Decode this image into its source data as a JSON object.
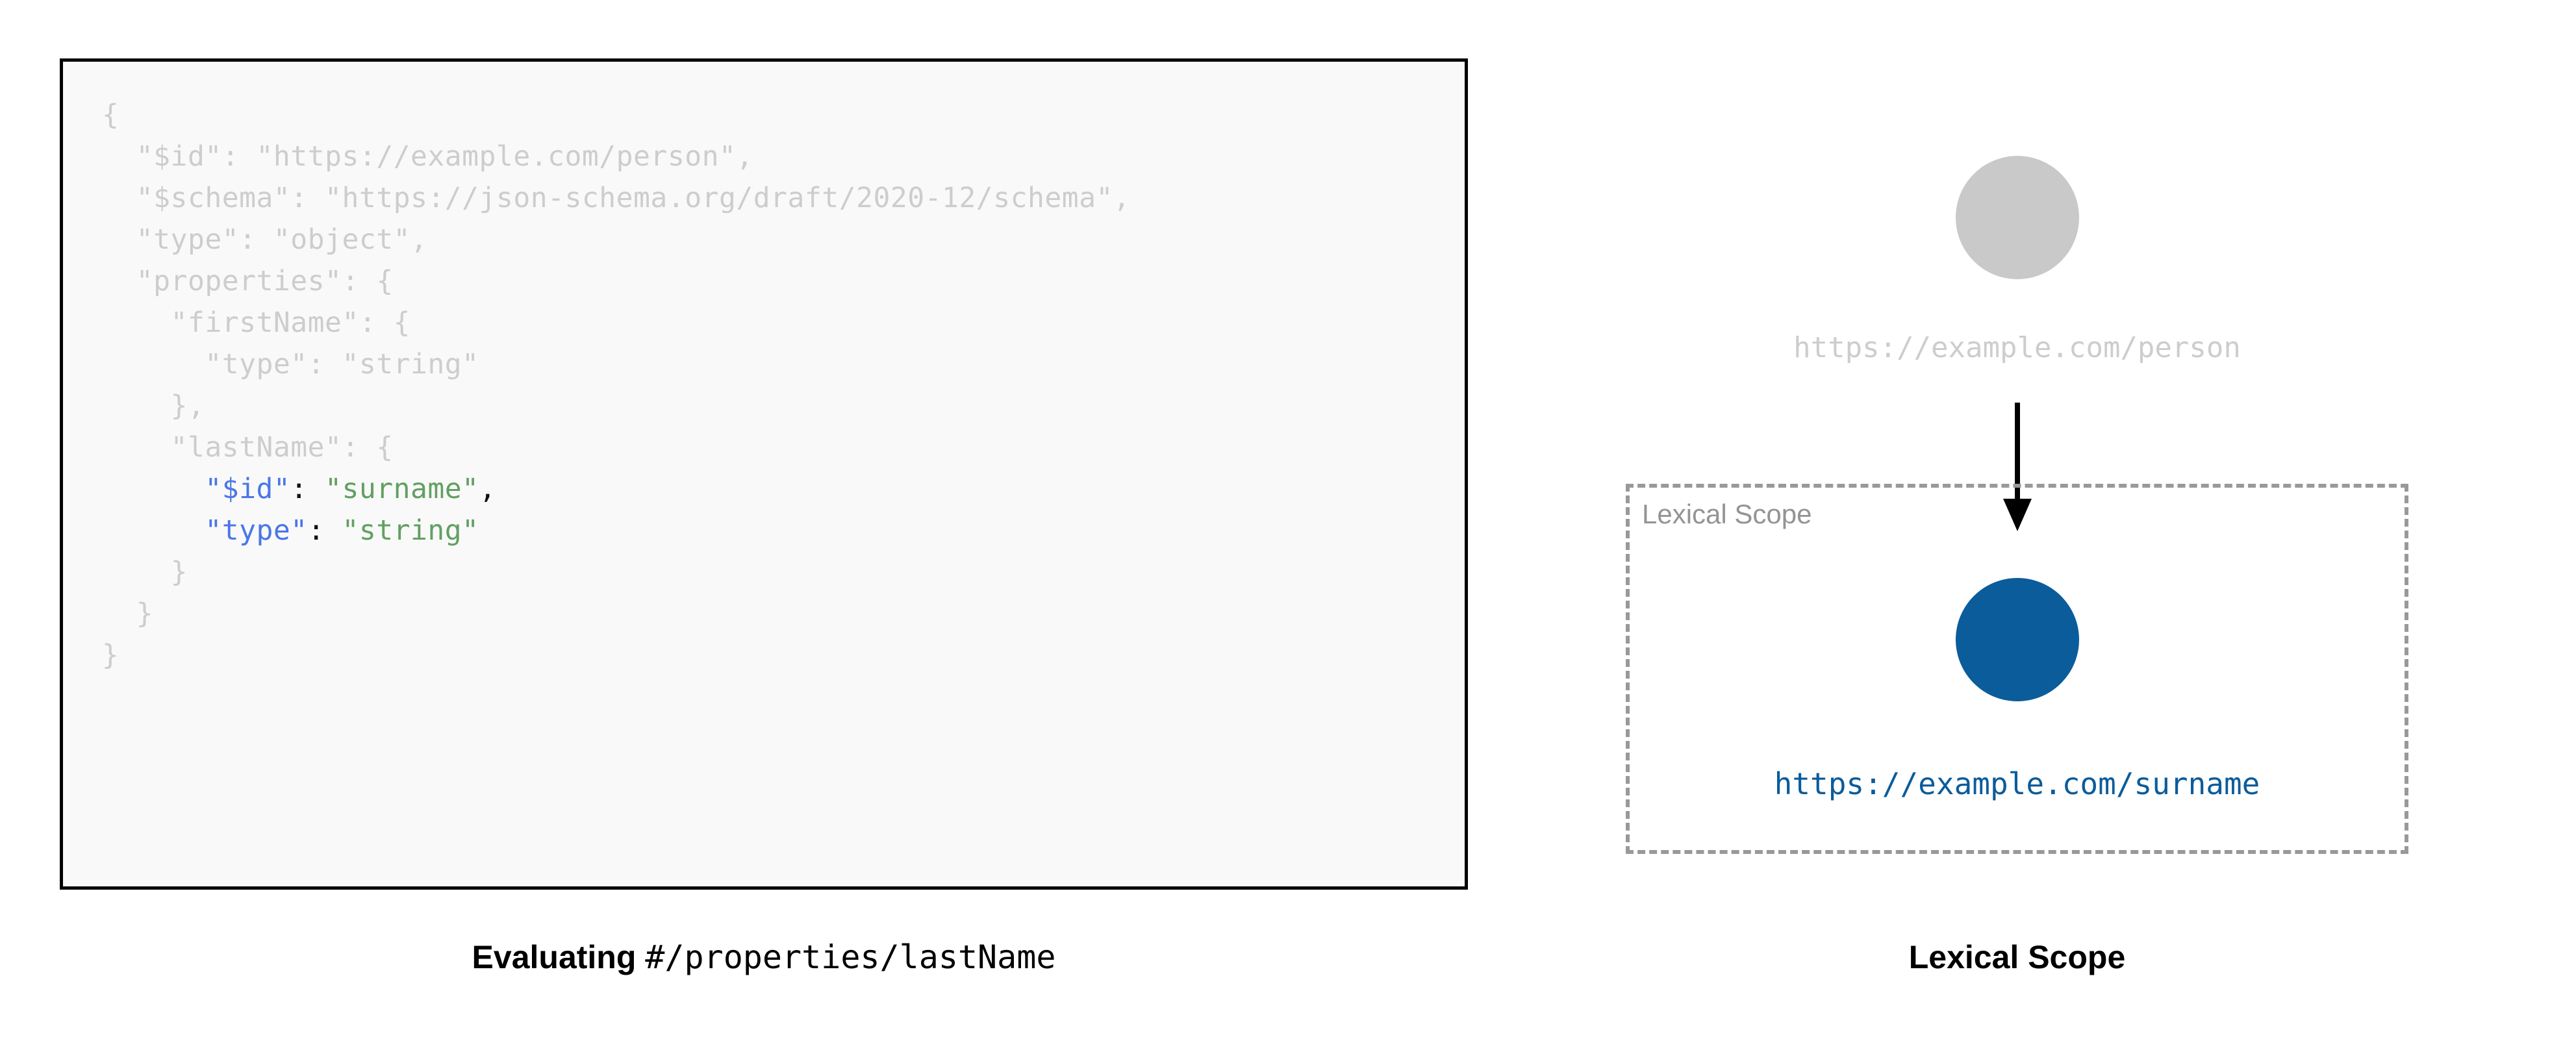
{
  "left": {
    "code_lines": [
      {
        "indent": 0,
        "segments": [
          {
            "text": "{",
            "style": "dim"
          }
        ]
      },
      {
        "indent": 1,
        "segments": [
          {
            "text": "\"$id\": \"https://example.com/person\",",
            "style": "dim"
          }
        ]
      },
      {
        "indent": 1,
        "segments": [
          {
            "text": "\"$schema\": \"https://json-schema.org/draft/2020-12/schema\",",
            "style": "dim"
          }
        ]
      },
      {
        "indent": 1,
        "segments": [
          {
            "text": "\"type\": \"object\",",
            "style": "dim"
          }
        ]
      },
      {
        "indent": 1,
        "segments": [
          {
            "text": "\"properties\": {",
            "style": "dim"
          }
        ]
      },
      {
        "indent": 2,
        "segments": [
          {
            "text": "\"firstName\": {",
            "style": "dim"
          }
        ]
      },
      {
        "indent": 3,
        "segments": [
          {
            "text": "\"type\": \"string\"",
            "style": "dim"
          }
        ]
      },
      {
        "indent": 2,
        "segments": [
          {
            "text": "},",
            "style": "dim"
          }
        ]
      },
      {
        "indent": 2,
        "segments": [
          {
            "text": "\"lastName\": {",
            "style": "dim"
          }
        ]
      },
      {
        "indent": 3,
        "segments": [
          {
            "text": "\"$id\"",
            "style": "key"
          },
          {
            "text": ": ",
            "style": "punc"
          },
          {
            "text": "\"surname\"",
            "style": "str"
          },
          {
            "text": ",",
            "style": "punc"
          }
        ]
      },
      {
        "indent": 3,
        "segments": [
          {
            "text": "\"type\"",
            "style": "key"
          },
          {
            "text": ": ",
            "style": "punc"
          },
          {
            "text": "\"string\"",
            "style": "str"
          }
        ]
      },
      {
        "indent": 2,
        "segments": [
          {
            "text": "}",
            "style": "dim"
          }
        ]
      },
      {
        "indent": 1,
        "segments": [
          {
            "text": "}",
            "style": "dim"
          }
        ]
      },
      {
        "indent": 0,
        "segments": [
          {
            "text": "}",
            "style": "dim"
          }
        ]
      }
    ],
    "caption_bold": "Evaluating",
    "caption_mono": "#/properties/lastName"
  },
  "right": {
    "root_node": {
      "label": "https://example.com/person",
      "color": "#C9C9C9",
      "label_color": "#CDCDCD"
    },
    "arrow": {
      "name": "downward-arrow",
      "color": "#000000"
    },
    "lexical_scope_box": {
      "label": "Lexical Scope",
      "border_color": "#999999",
      "label_color": "#949494"
    },
    "scoped_node": {
      "label": "https://example.com/surname",
      "color": "#0B5C9B",
      "label_color": "#0B5C9B"
    },
    "caption_bold": "Lexical Scope"
  },
  "theme": {
    "code_background": "#F9F9F9",
    "code_border": "#000000",
    "dim_text": "#CDCDCD",
    "key_color": "#4A76E8",
    "string_color": "#61A061",
    "punctuation_color": "#111111"
  }
}
